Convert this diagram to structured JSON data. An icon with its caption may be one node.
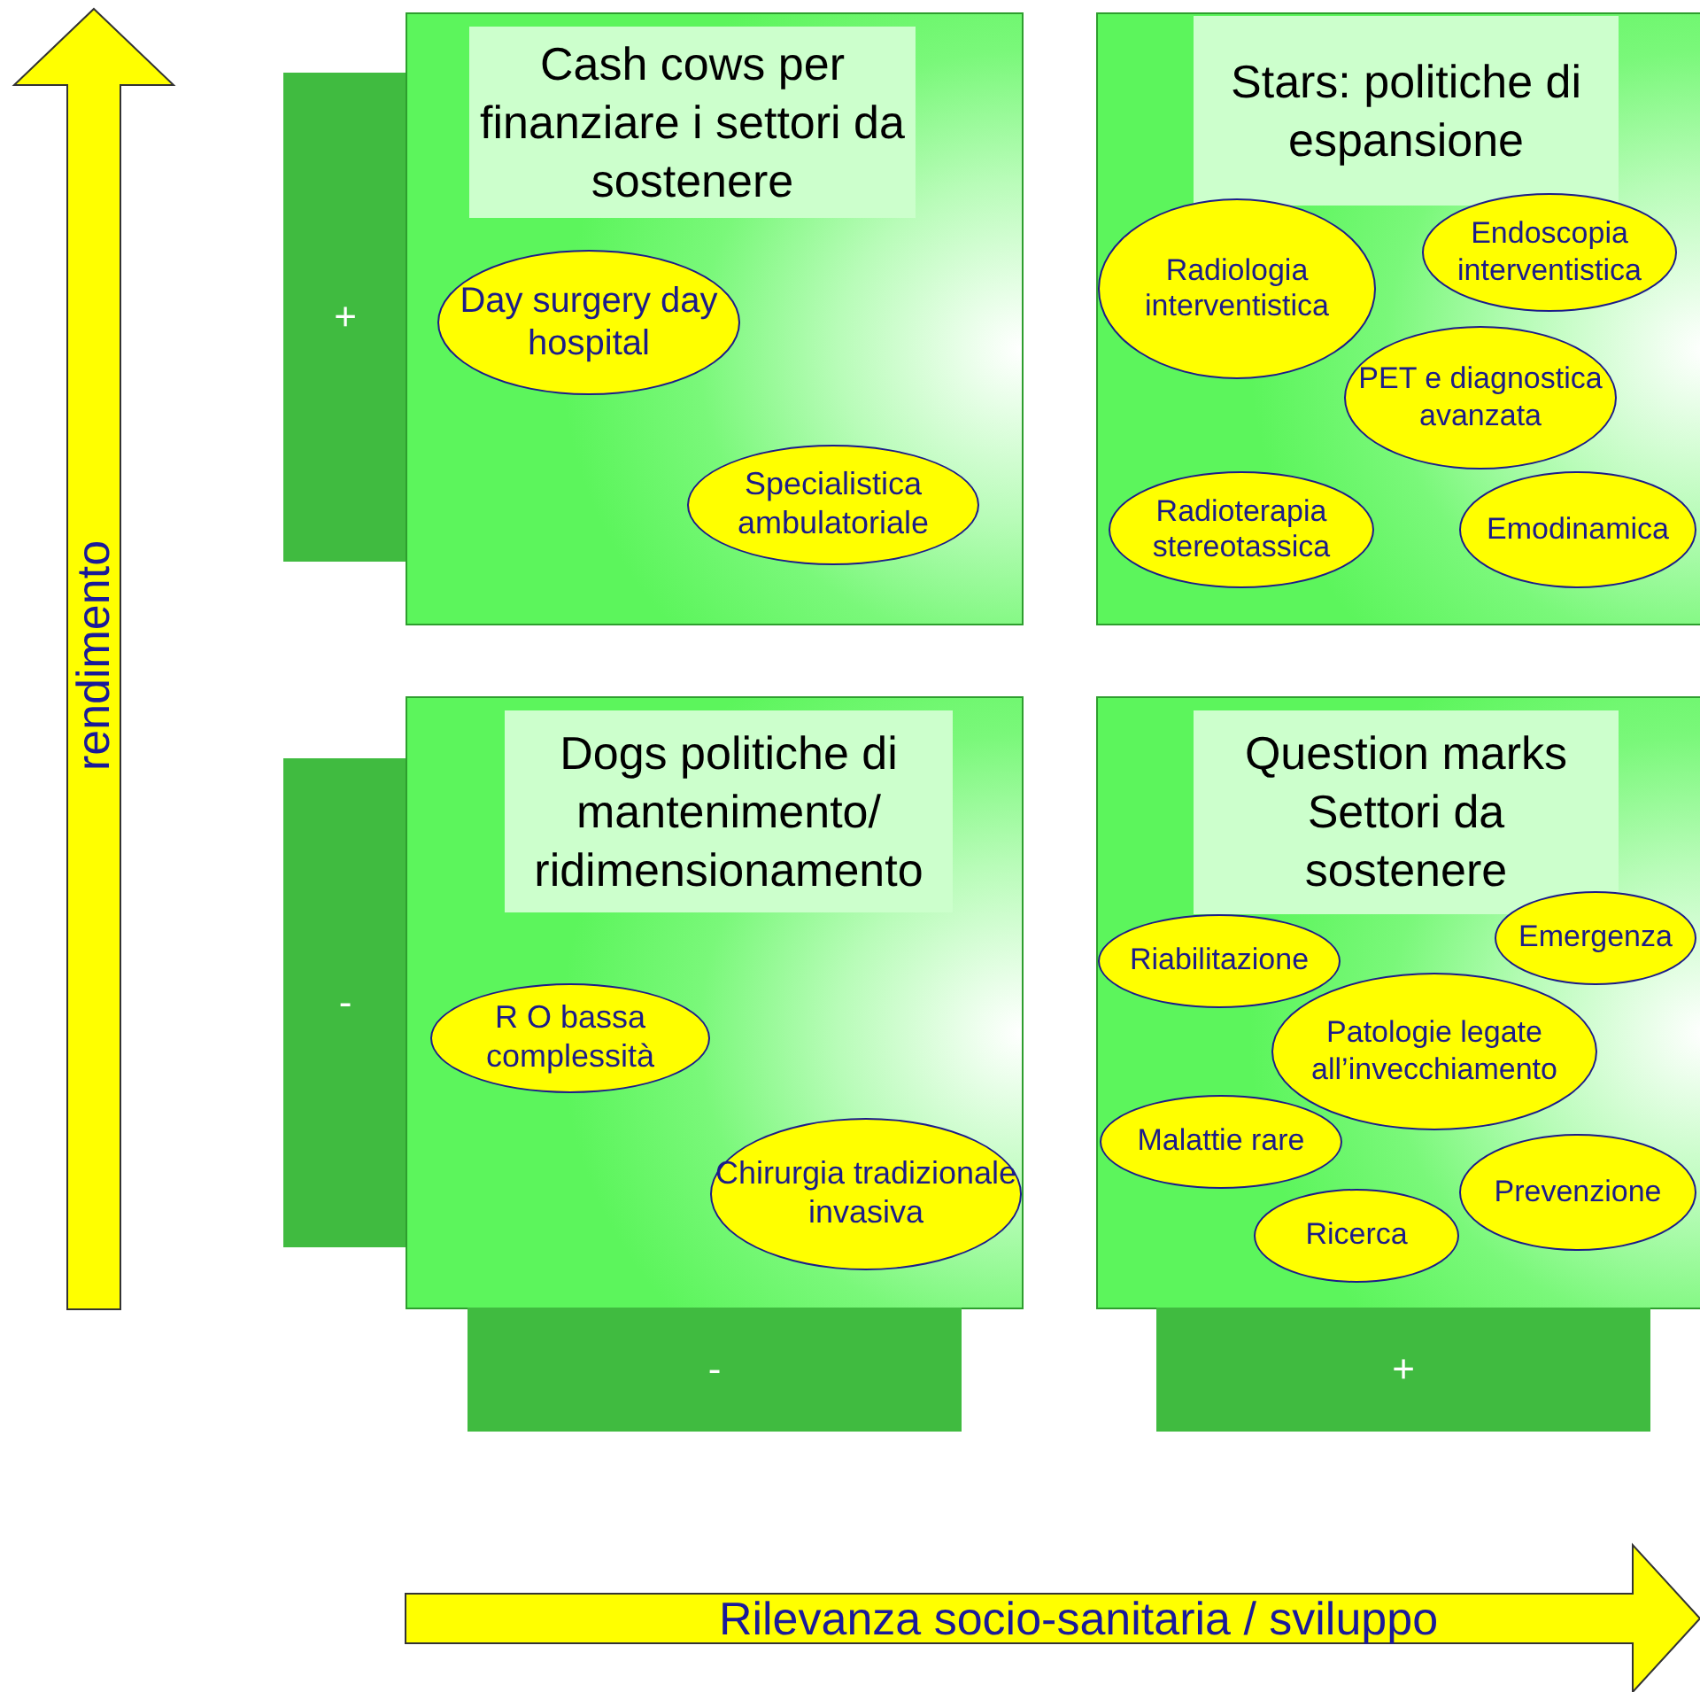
{
  "diagram": {
    "nodes": [
      {
        "text": [
          "rendimento"
        ]
      },
      {
        "text": [
          "+"
        ]
      },
      {
        "text": [
          "Cash cows per finanziare i settori da sostenere"
        ]
      },
      {
        "text": [
          "Day surgery day hospital"
        ],
        "in": 2
      },
      {
        "text": [
          "Specialistica ambulatoriale"
        ],
        "in": 2
      },
      {
        "text": [
          "Stars: politiche di espansione"
        ]
      },
      {
        "text": [
          "Radiologia interventistica"
        ],
        "in": 5
      },
      {
        "text": [
          "Endoscopia interventistica"
        ],
        "in": 5
      },
      {
        "text": [
          "PET e diagnostica avanzata"
        ],
        "in": 5
      },
      {
        "text": [
          "Radioterapia stereotassica"
        ],
        "in": 5
      },
      {
        "text": [
          "Emodinamica"
        ],
        "in": 5
      },
      {
        "text": [
          "-"
        ]
      },
      {
        "text": [
          "Dogs politiche di mantenimento/ ridimensionamento"
        ]
      },
      {
        "text": [
          "R O bassa complessità"
        ],
        "in": 12
      },
      {
        "text": [
          "Chirurgia tradizionale invasiva"
        ],
        "in": 12
      },
      {
        "text": [
          "Question marks Settori da sostenere"
        ]
      },
      {
        "text": [
          "Riabilitazione"
        ],
        "in": 15
      },
      {
        "text": [
          "Emergenza"
        ],
        "in": 15
      },
      {
        "text": [
          "Patologie legate all’invecchiamento"
        ],
        "in": 15
      },
      {
        "text": [
          "Malattie rare"
        ],
        "in": 15
      },
      {
        "text": [
          "Prevenzione"
        ],
        "in": 15
      },
      {
        "text": [
          "Ricerca"
        ],
        "in": 15
      },
      {
        "text": [
          "-"
        ]
      },
      {
        "text": [
          "+"
        ]
      },
      {
        "text": [
          "Rilevanza socio-sanitaria / sviluppo"
        ]
      }
    ],
    "edges": []
  }
}
